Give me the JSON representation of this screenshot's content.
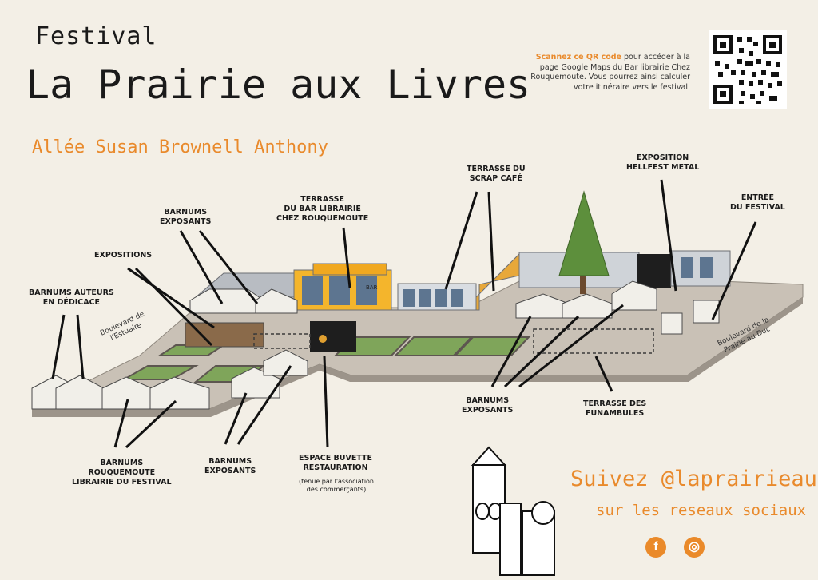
{
  "header": {
    "festival": "Festival",
    "title": "La Prairie aux Livres",
    "street": "Allée Susan Brownell Anthony"
  },
  "qr": {
    "highlight": "Scannez ce QR code",
    "text": " pour accéder à la page Google Maps du Bar librairie Chez Rouquemoute. Vous pourrez ainsi calculer votre itinéraire vers le festival.",
    "icon": "qr-code-icon"
  },
  "labels": {
    "terrasse_bar": [
      "TERRASSE",
      "DU BAR LIBRAIRIE",
      "CHEZ ROUQUEMOUTE"
    ],
    "barnums_exposants_top": [
      "BARNUMS",
      "EXPOSANTS"
    ],
    "expositions": [
      "EXPOSITIONS"
    ],
    "barnums_auteurs": [
      "BARNUMS AUTEURS",
      "EN DÉDICACE"
    ],
    "terrasse_scrap": [
      "TERRASSE DU",
      "SCRAP CAFÉ"
    ],
    "expo_hellfest": [
      "EXPOSITION",
      "HELLFEST METAL"
    ],
    "entree": [
      "ENTRÉE",
      "DU FESTIVAL"
    ],
    "barnums_exposants_right": [
      "BARNUMS",
      "EXPOSANTS"
    ],
    "terrasse_funambules": [
      "TERRASSE DES",
      "FUNAMBULES"
    ],
    "barnums_rouquemoute": [
      "BARNUMS",
      "ROUQUEMOUTE",
      "LIBRAIRIE DU FESTIVAL"
    ],
    "barnums_exposants_bottom": [
      "BARNUMS",
      "EXPOSANTS"
    ],
    "espace_buvette": [
      "ESPACE BUVETTE",
      "RESTAURATION"
    ],
    "buvette_note": [
      "(tenue par l'association",
      "des commerçants)"
    ]
  },
  "streets": {
    "estuaire": [
      "Boulevard de",
      "l'Estuaire"
    ],
    "prairie_duc": [
      "Boulevard de la",
      "Prairie au Duc"
    ]
  },
  "building_sign": "BAR",
  "social": {
    "follow": "Suivez @laprairieauxlivres",
    "sub": "sur les reseaux sociaux !",
    "facebook_glyph": "f",
    "instagram_glyph": "◎",
    "icons": [
      "facebook-icon",
      "instagram-icon"
    ]
  },
  "colors": {
    "accent": "#e98a2c",
    "background": "#f3efe6",
    "building_yellow": "#f4b52c"
  }
}
